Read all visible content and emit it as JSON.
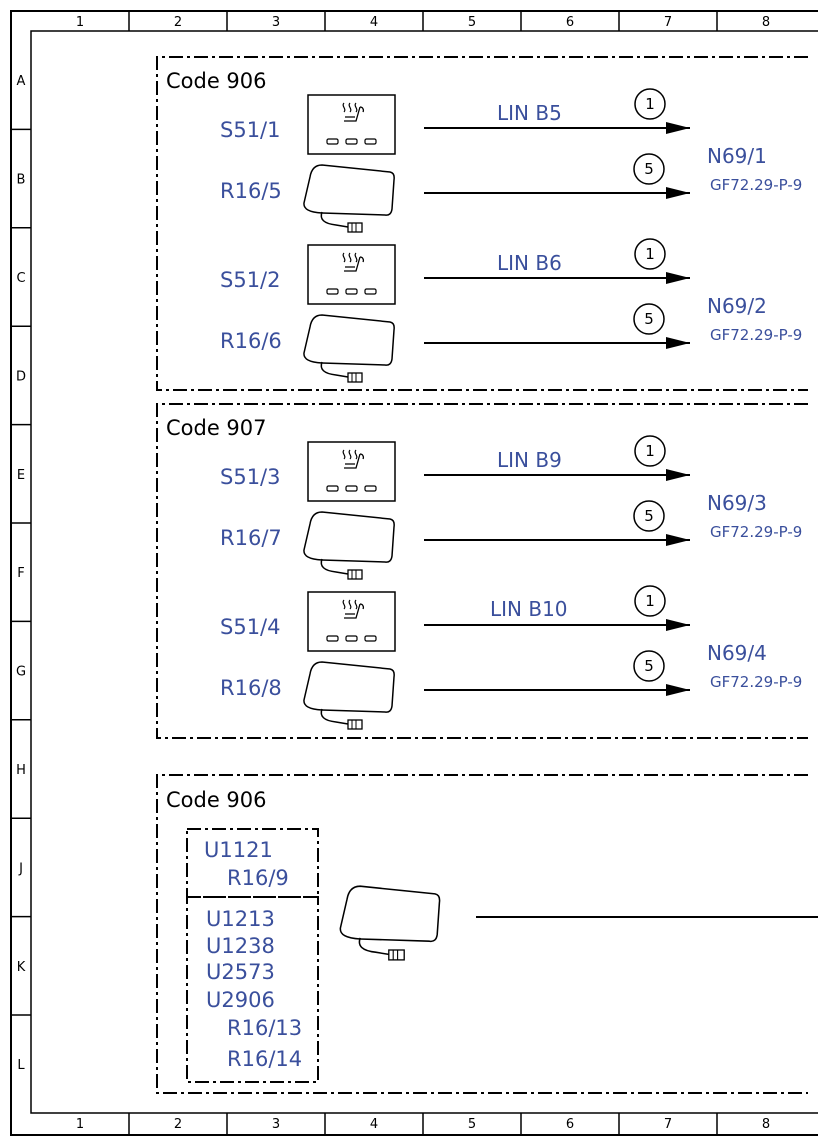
{
  "grid": {
    "columns": [
      "1",
      "2",
      "3",
      "4",
      "5",
      "6",
      "7",
      "8"
    ],
    "rows": [
      "A",
      "B",
      "C",
      "D",
      "E",
      "F",
      "G",
      "H",
      "J",
      "K",
      "L"
    ]
  },
  "colors": {
    "label": "#3a4f9c",
    "line": "#000000"
  },
  "groups": [
    {
      "title": "Code 906",
      "pairs": [
        {
          "switch": "S51/1",
          "heater": "R16/5",
          "bus": "LIN B5",
          "pin_top": "1",
          "pin_bottom": "5",
          "target": "N69/1",
          "ref": "GF72.29-P-9"
        },
        {
          "switch": "S51/2",
          "heater": "R16/6",
          "bus": "LIN B6",
          "pin_top": "1",
          "pin_bottom": "5",
          "target": "N69/2",
          "ref": "GF72.29-P-9"
        }
      ]
    },
    {
      "title": "Code 907",
      "pairs": [
        {
          "switch": "S51/3",
          "heater": "R16/7",
          "bus": "LIN B9",
          "pin_top": "1",
          "pin_bottom": "5",
          "target": "N69/3",
          "ref": "GF72.29-P-9"
        },
        {
          "switch": "S51/4",
          "heater": "R16/8",
          "bus": "LIN B10",
          "pin_top": "1",
          "pin_bottom": "5",
          "target": "N69/4",
          "ref": "GF72.29-P-9"
        }
      ]
    }
  ],
  "bottom_group": {
    "title": "Code 906",
    "box1": {
      "code": "U1121",
      "component": "R16/9"
    },
    "box2": {
      "codes": [
        "U1213",
        "U1238",
        "U2573",
        "U2906"
      ],
      "components": [
        "R16/13",
        "R16/14"
      ]
    }
  }
}
